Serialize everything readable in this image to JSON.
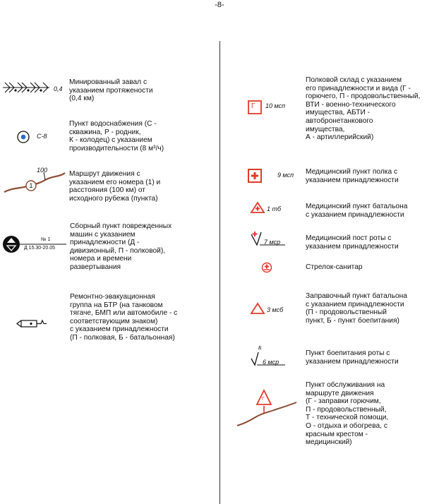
{
  "page": {
    "number": "-8-"
  },
  "colors": {
    "red": "#e03a2a",
    "brown": "#8b4a32",
    "blue": "#2a6bd8",
    "ink": "#111111"
  },
  "left_entries": [
    {
      "icon": "mined-obstacle-icon",
      "label": "0,4",
      "lines": [
        "Минированный завал с",
        "указанием протяжености",
        "(0,4 км)"
      ]
    },
    {
      "icon": "water-supply-point-icon",
      "label": "С-8",
      "lines": [
        "Пункт водоснабжения (С -",
        "скважина, Р - родник,",
        "К - колодец) с указанием",
        "производительности (8 м³/ч)"
      ]
    },
    {
      "icon": "movement-route-icon",
      "label": "100",
      "marker": "1",
      "lines": [
        "Маршрут движения с",
        "указанием его номера (1) и",
        "расстояния (100 км) от",
        "исходного рубежа (пункта)"
      ]
    },
    {
      "icon": "damaged-vehicles-collection-point-icon",
      "label": "№ 1",
      "sublabel": "Д 15.30-20.05",
      "lines": [
        "Сборный пункт поврежденных",
        "машин с указанием",
        "принадлежности (Д -",
        "дивизионный, П - полковой),",
        "номера и времени",
        "развертывания"
      ]
    },
    {
      "icon": "repair-evacuation-group-icon",
      "lines": [
        "Ремонтно-эвакуационная",
        "группа на БТР (на танковом",
        "тягаче, БМП или автомобиле - с",
        "соответствующим знаком)",
        "с указанием принадлежности",
        "(П - полковая, Б - батальонная)"
      ]
    }
  ],
  "right_entries": [
    {
      "icon": "regimental-depot-icon",
      "label": "10 мсп",
      "marker": "Г",
      "lines": [
        "Полковой склад с указанием",
        "его принадлежности и вида (Г -",
        "горючего, П - продовольственный,",
        "ВТИ - военно-технического",
        "имущества, АБТИ -",
        "автобронетанкового",
        "имущества,",
        "А - артиллерийский)"
      ]
    },
    {
      "icon": "regimental-medical-point-icon",
      "label": "9 мсп",
      "lines": [
        "Медицинский пункт полка с",
        "указанием принадлежности"
      ]
    },
    {
      "icon": "battalion-medical-point-icon",
      "label": "1 тб",
      "lines": [
        "Медицинский пункт батальона",
        "с указанием принадлежности"
      ]
    },
    {
      "icon": "company-medical-post-icon",
      "label": "7 мср",
      "lines": [
        "Медицинский пост роты с",
        "указанием принадлежности"
      ]
    },
    {
      "icon": "rifleman-medic-icon",
      "lines": [
        "Стрелок-санитар"
      ]
    },
    {
      "icon": "battalion-refuel-point-icon",
      "label": "3 мсб",
      "lines": [
        "Заправочный пункт батальона",
        "с указанием принадлежности",
        "(П - продовольственный",
        "пункт, Б - пункт боепитания)"
      ]
    },
    {
      "icon": "company-ammo-supply-point-icon",
      "label": "6 мср",
      "marker": "Б",
      "lines": [
        "Пункт боепитания роты с",
        "указанием принадлежности"
      ]
    },
    {
      "icon": "route-service-point-icon",
      "marker": "Г",
      "lines": [
        "Пункт обслуживания на",
        "маршруте движения",
        "(Г - заправки горючим,",
        "П - продовольственный,",
        "Т - технической помощи,",
        "О - отдыха и обогрева, с",
        "красным крестом -",
        "медицинский)"
      ]
    }
  ]
}
